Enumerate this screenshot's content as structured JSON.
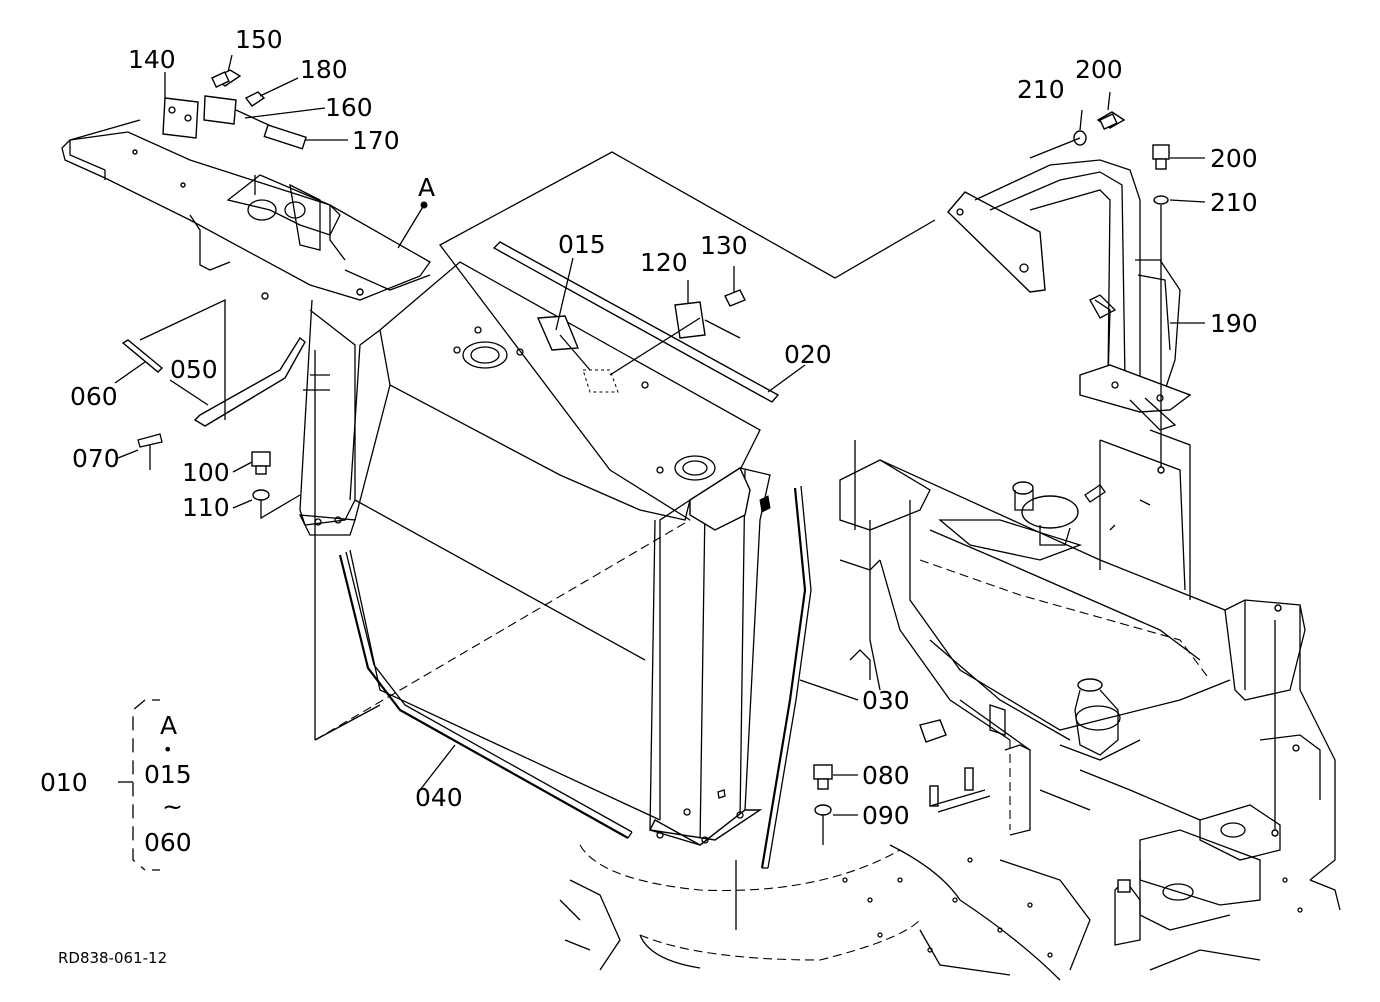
{
  "callouts": {
    "c140": "140",
    "c150": "150",
    "c180": "180",
    "c160": "160",
    "c170": "170",
    "cA": "A",
    "c015": "015",
    "c120": "120",
    "c130": "130",
    "c020": "020",
    "c210a": "210",
    "c200a": "200",
    "c200b": "200",
    "c210b": "210",
    "c190": "190",
    "c060": "060",
    "c050": "050",
    "c070": "070",
    "c100": "100",
    "c110": "110",
    "c030": "030",
    "c080": "080",
    "c090": "090",
    "c040": "040"
  },
  "legend": {
    "part": "010",
    "ref": "A",
    "bullet": "•",
    "from": "015",
    "tilde": "~",
    "to": "060"
  },
  "drawing_code": "RD838-061-12"
}
